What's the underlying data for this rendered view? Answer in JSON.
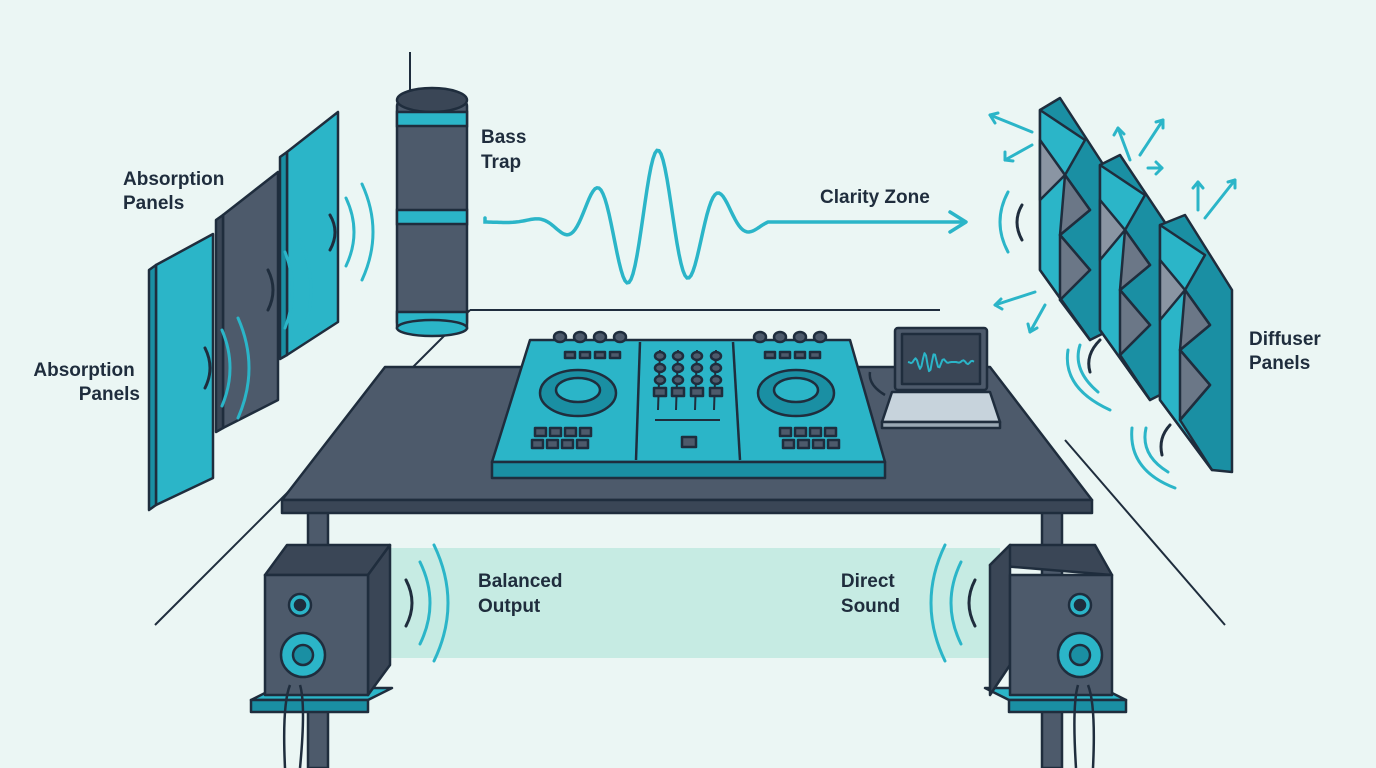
{
  "labels": {
    "absorption_upper": [
      "Absorption",
      "Panels"
    ],
    "absorption_lower": [
      "Absorption",
      "Panels"
    ],
    "bass_trap": [
      "Bass",
      "Trap"
    ],
    "clarity_zone": "Clarity Zone",
    "diffuser": [
      "Diffuser",
      "Panels"
    ],
    "balanced_output": [
      "Balanced",
      "Output"
    ],
    "direct_sound": [
      "Direct",
      "Sound"
    ]
  },
  "colors": {
    "background": "#ebf6f4",
    "teal": "#2bb5c8",
    "teal_dark": "#1a8fa3",
    "slate": "#4d5a6b",
    "slate_dark": "#3a4656",
    "outline": "#1f2d3d",
    "mint_band": "#bfe9df"
  },
  "icons": [
    "absorption-panel-icon",
    "bass-trap-icon",
    "sound-wave-icon",
    "dj-controller-icon",
    "laptop-icon",
    "diffuser-panel-icon",
    "studio-monitor-icon"
  ]
}
